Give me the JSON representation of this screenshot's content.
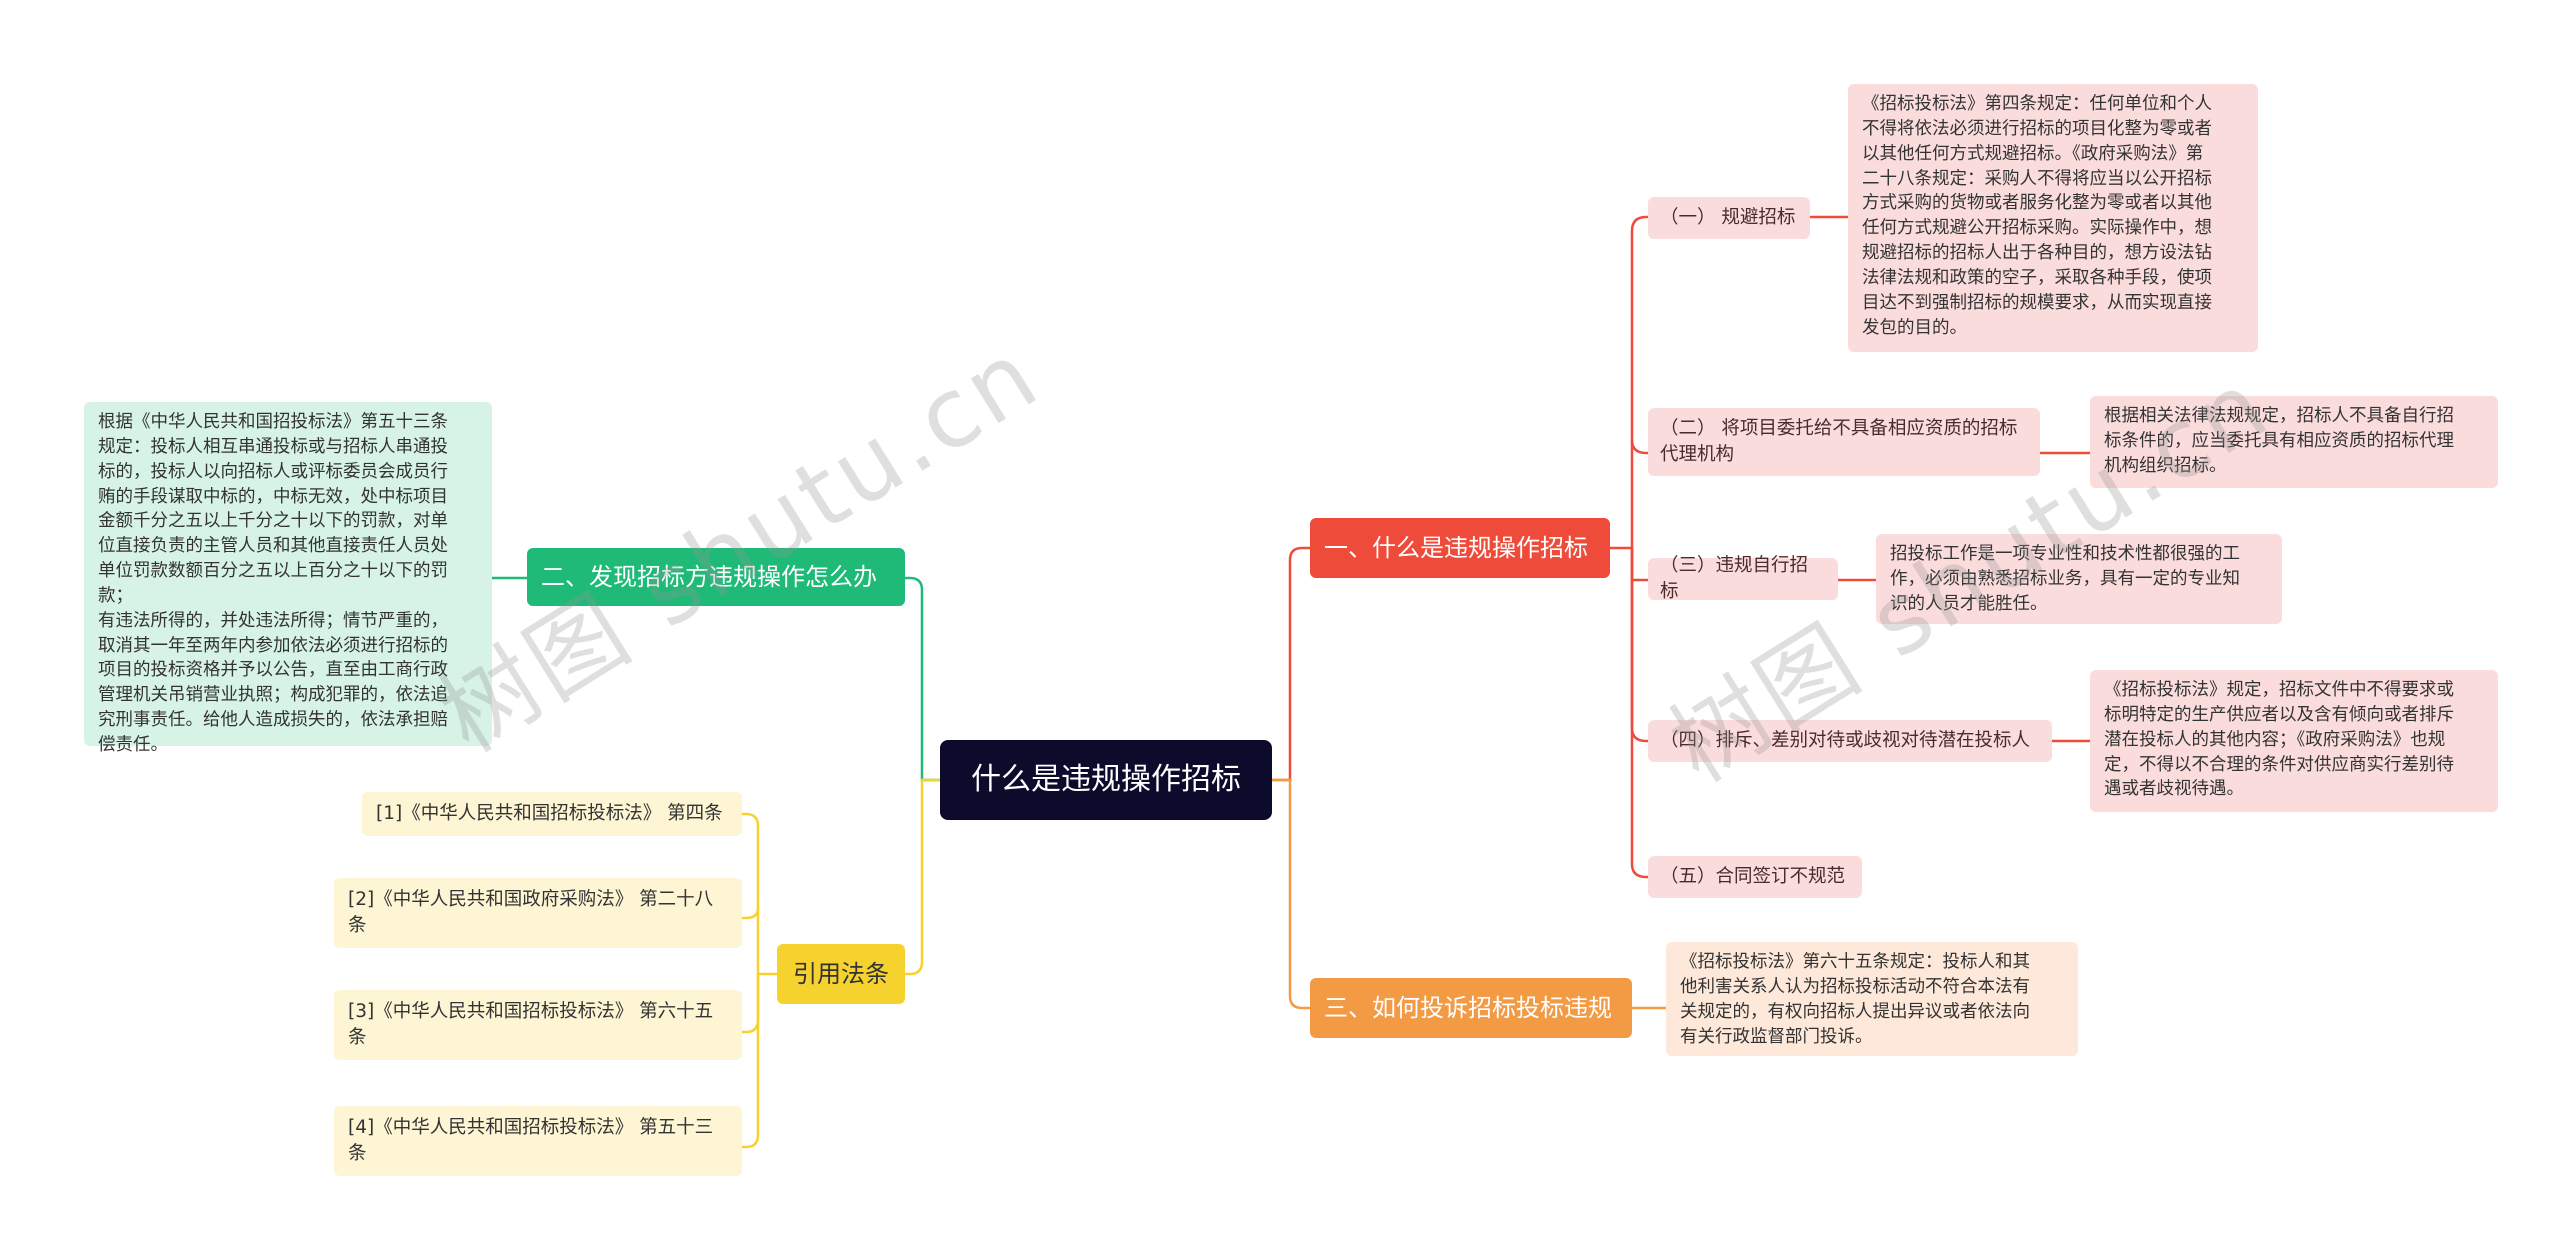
{
  "root": "什么是违规操作招标",
  "branches": {
    "b1": {
      "label": "一、什么是违规操作招标",
      "items": [
        {
          "label": "（一） 规避招标",
          "detail": "《招标投标法》第四条规定：任何单位和个人\n不得将依法必须进行招标的项目化整为零或者\n以其他任何方式规避招标。《政府采购法》第\n二十八条规定：采购人不得将应当以公开招标\n方式采购的货物或者服务化整为零或者以其他\n任何方式规避公开招标采购。实际操作中，想\n规避招标的招标人出于各种目的，想方设法钻\n法律法规和政策的空子，采取各种手段，使项\n目达不到强制招标的规模要求，从而实现直接\n发包的目的。"
        },
        {
          "label": "（二） 将项目委托给不具备相应资质的招标\n代理机构",
          "detail": "根据相关法律法规规定，招标人不具备自行招\n标条件的，应当委托具有相应资质的招标代理\n机构组织招标。"
        },
        {
          "label": "（三）违规自行招标",
          "detail": "招投标工作是一项专业性和技术性都很强的工\n作，必须由熟悉招标业务，具有一定的专业知\n识的人员才能胜任。"
        },
        {
          "label": "（四）排斥、差别对待或歧视对待潜在投标人",
          "detail": "《招标投标法》规定，招标文件中不得要求或\n标明特定的生产供应者以及含有倾向或者排斥\n潜在投标人的其他内容；《政府采购法》也规\n定，不得以不合理的条件对供应商实行差别待\n遇或者歧视待遇。"
        },
        {
          "label": "（五）合同签订不规范"
        }
      ]
    },
    "b3": {
      "label": "三、如何投诉招标投标违规",
      "detail": "《招标投标法》第六十五条规定：投标人和其\n他利害关系人认为招标投标活动不符合本法有\n关规定的，有权向招标人提出异议或者依法向\n有关行政监督部门投诉。"
    },
    "b2": {
      "label": "二、发现招标方违规操作怎么办",
      "detail": "根据《中华人民共和国招投标法》第五十三条\n规定：投标人相互串通投标或与招标人串通投\n标的，投标人以向招标人或评标委员会成员行\n贿的手段谋取中标的，中标无效，处中标项目\n金额千分之五以上千分之十以下的罚款，对单\n位直接负责的主管人员和其他直接责任人员处\n单位罚款数额百分之五以上百分之十以下的罚款；\n有违法所得的，并处违法所得；情节严重的，\n取消其一年至两年内参加依法必须进行招标的\n项目的投标资格并予以公告，直至由工商行政\n管理机关吊销营业执照；构成犯罪的，依法追\n究刑事责任。给他人造成损失的，依法承担赔\n偿责任。"
    },
    "refs": {
      "label": "引用法条",
      "items": [
        "[1]《中华人民共和国招标投标法》 第四条",
        "[2]《中华人民共和国政府采购法》 第二十八\n条",
        "[3]《中华人民共和国招标投标法》 第六十五\n条",
        "[4]《中华人民共和国招标投标法》 第五十三\n条"
      ]
    }
  },
  "watermark": [
    "树图 shutu.cn",
    "树图 shutu.cn"
  ],
  "colors": {
    "root": "#0c0b2c",
    "branch1": "#ee4b3a",
    "branch3": "#f39a45",
    "branch2": "#1fba78",
    "refs": "#f6d22e",
    "pink_fill": "#fbdcdc",
    "peach_fill": "#fde8d9",
    "mint_fill": "#d6f3e6",
    "cream_fill": "#fdf5d3"
  }
}
